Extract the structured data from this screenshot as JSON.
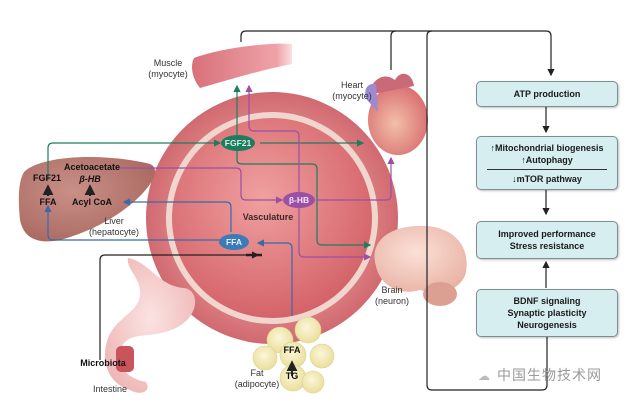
{
  "diagram": {
    "organs": {
      "muscle": {
        "name": "Muscle",
        "sub": "(myocyte)"
      },
      "heart": {
        "name": "Heart",
        "sub": "(myocyte)"
      },
      "liver": {
        "name": "Liver",
        "sub": "(hepatocyte)"
      },
      "brain": {
        "name": "Brain",
        "sub": "(neuron)"
      },
      "fat": {
        "name": "Fat",
        "sub": "(adipocyte)"
      },
      "intestine": {
        "name": "Intestine"
      },
      "vasculature": {
        "name": "Vasculature"
      }
    },
    "liver_metabolites": {
      "acetoacetate": "Acetoacetate",
      "bhb": "β-HB",
      "fgf21": "FGF21",
      "ffa": "FFA",
      "acyl_coa": "Acyl CoA"
    },
    "fat_metabolites": {
      "ffa": "FFA",
      "tg": "TG"
    },
    "intestine_labels": {
      "microbiota": "Microbiota"
    },
    "vessel_molecules": {
      "fgf21": "FGF21",
      "bhb": "β-HB",
      "ffa": "FFA"
    },
    "outcome_boxes": [
      {
        "lines": [
          "ATP production"
        ]
      },
      {
        "lines": [
          "↑Mitochondrial biogenesis",
          "↑Autophagy"
        ],
        "after_sep": [
          "↓mTOR pathway"
        ]
      },
      {
        "lines": [
          "Improved performance",
          "Stress resistance"
        ]
      },
      {
        "lines": [
          "BDNF signaling",
          "Synaptic plasticity",
          "Neurogenesis"
        ]
      }
    ],
    "watermark": "中国生物技术网",
    "colors": {
      "fgf21": "#1e7d5e",
      "bhb": "#9b4fa5",
      "ffa": "#3a7bb8",
      "arrow_black": "#222222",
      "box_fill": "#d6eef0",
      "vessel_outer": "#e8a2a4",
      "vessel_inner": "#d8696e"
    }
  }
}
